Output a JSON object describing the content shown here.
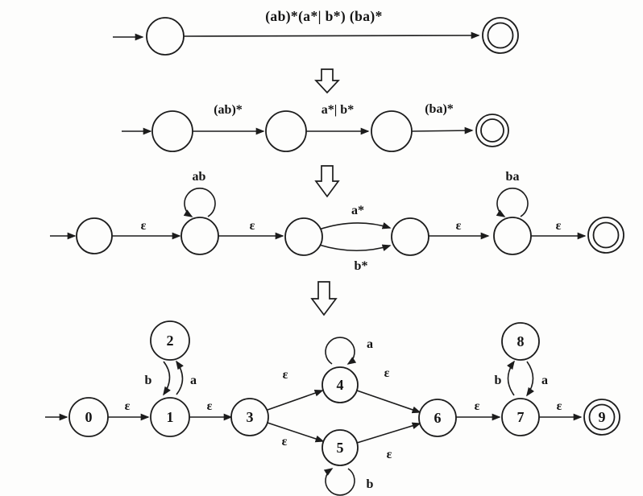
{
  "figure": {
    "background": "#fdfdfc",
    "ink": "#1c1c1c"
  },
  "symbols": {
    "epsilon": "ε"
  },
  "stage1": {
    "regex_label": "(ab)*(a*| b*) (ba)*"
  },
  "stage2": {
    "edge_labels": [
      "(ab)*",
      "a*| b*",
      "(ba)*"
    ]
  },
  "stage3": {
    "loop_labels": [
      "ab",
      "ba"
    ],
    "branch_labels": [
      "a*",
      "b*"
    ]
  },
  "stage4": {
    "state_labels": [
      "0",
      "1",
      "2",
      "3",
      "4",
      "5",
      "6",
      "7",
      "8",
      "9"
    ],
    "input_a": "a",
    "input_b": "b"
  }
}
